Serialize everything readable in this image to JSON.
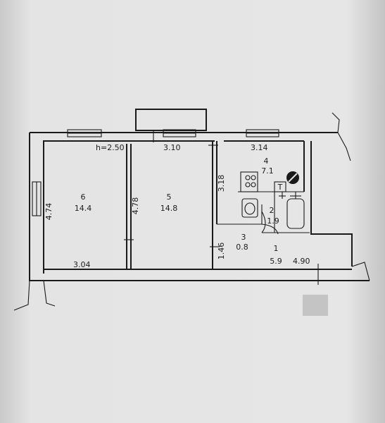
{
  "plan": {
    "ceiling_height": "h=2.50",
    "rooms": [
      {
        "number": "6",
        "area": "14.4"
      },
      {
        "number": "5",
        "area": "14.8"
      },
      {
        "number": "4",
        "area": "7.1"
      },
      {
        "number": "3",
        "area": "0.8"
      },
      {
        "number": "2",
        "area": "1.9"
      },
      {
        "number": "1",
        "area": "5.9"
      }
    ],
    "dimensions": {
      "room6_top": "3.10",
      "room6_left": "4.74",
      "room6_bottom": "3.04",
      "room5_height": "4.78",
      "room4_top": "3.14",
      "room4_height": "3.18",
      "room3_height": "1.46",
      "corridor_width": "4.90"
    },
    "fixtures": {
      "stove_symbol": "T"
    }
  }
}
